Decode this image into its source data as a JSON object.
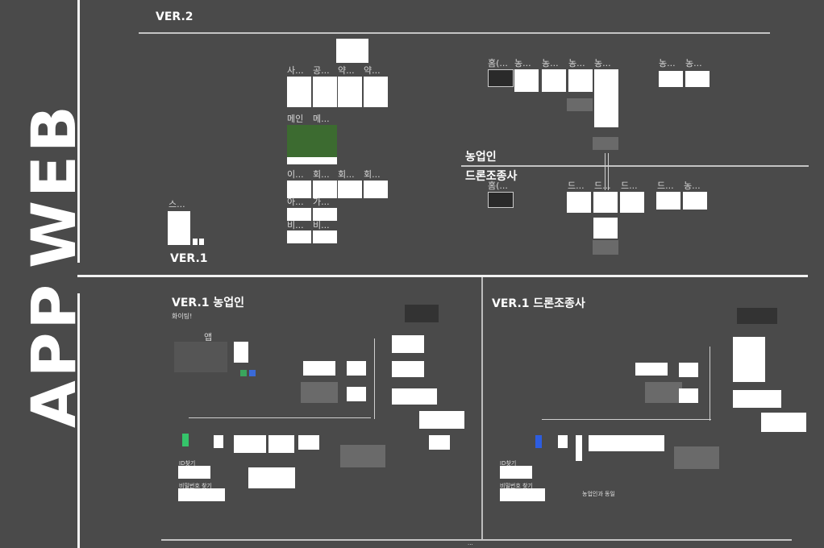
{
  "side_labels": {
    "web": "WEB",
    "app": "APP"
  },
  "web": {
    "ver2": "VER.2",
    "ver1": "VER.1",
    "farmer_label": "농업인",
    "drone_label": "드론조종사",
    "frame_labels": [
      "사...",
      "공...",
      "약...",
      "약...",
      "메인",
      "메...",
      "이...",
      "회...",
      "회...",
      "회...",
      "아...",
      "가...",
      "비...",
      "비...",
      "스...",
      "홈(...",
      "농...",
      "농...",
      "농...",
      "농...",
      "농...",
      "농...",
      "홈(...",
      "드...",
      "드...",
      "드...",
      "드...",
      "농..."
    ]
  },
  "app": {
    "farmer_title": "VER.1 농업인",
    "farmer_sub": "화이팅!",
    "app_label": "앱",
    "drone_title": "VER.1 드론조종사",
    "notes": [
      "ID찾기",
      "비밀번호 찾기",
      "ID찾기",
      "비밀번호 찾기",
      "농업인과 동일"
    ]
  },
  "footer": "..."
}
